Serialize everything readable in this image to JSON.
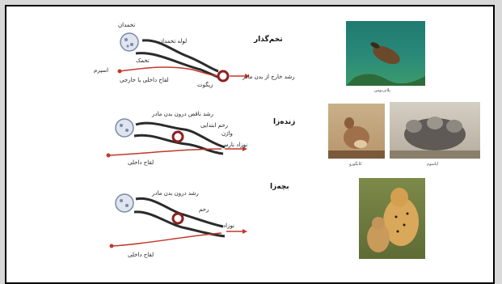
{
  "rows": [
    {
      "heading": "تخم‌گذار",
      "labels": {
        "ovary": "تخمدان",
        "oviduct": "لوله تخمدان",
        "egg": "تخمک",
        "sperm": "اسپرم",
        "fertilization": "لقاح داخلی یا خارجی",
        "zygote": "زیگوت",
        "development": "رشد خارج از بدن مادر"
      }
    },
    {
      "heading": "زنده‌زا",
      "labels": {
        "development": "رشد ناقص درون بدن مادر",
        "uterus": "رحم ابتدایی",
        "vagina": "واژن",
        "newborn": "نوزاد نارس",
        "fertilization": "لقاح داخلی"
      }
    },
    {
      "heading": "بچه‌زا",
      "labels": {
        "development": "رشد درون بدن مادر",
        "uterus": "رحم",
        "newborn": "نوزاد",
        "fertilization": "لقاح داخلی"
      }
    }
  ],
  "photos": {
    "platypus_caption": "پلاتی‌پوس",
    "kangaroo_caption": "کانگورو",
    "opossum_caption": "اپاسوم"
  },
  "colors": {
    "duct": "#2b2b2b",
    "flow": "#c0392b",
    "ovary": "#7a8aa6",
    "zygote": "#8e1f1f"
  }
}
